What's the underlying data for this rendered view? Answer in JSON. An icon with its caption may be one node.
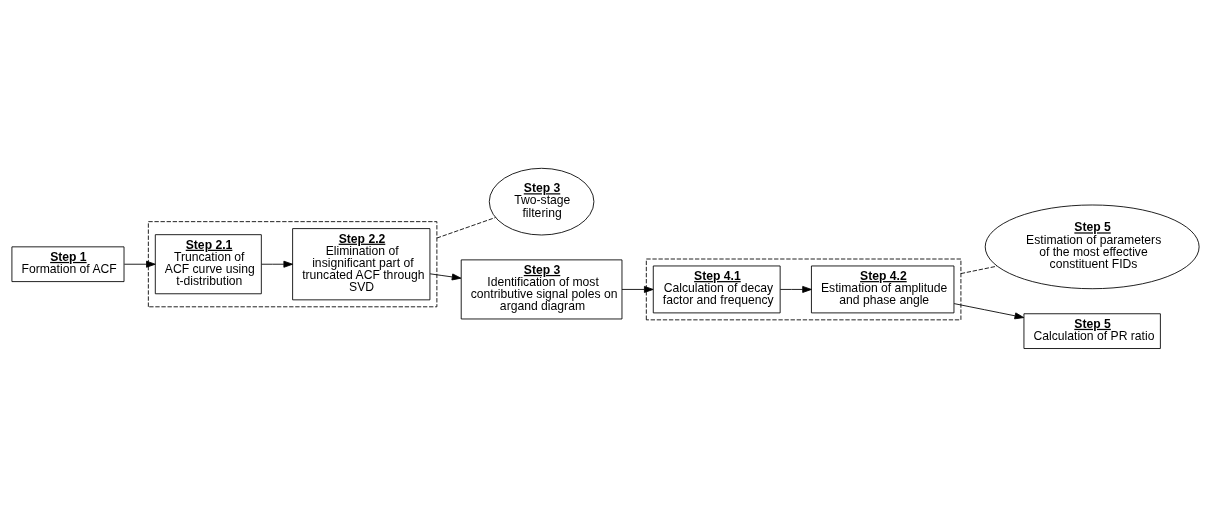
{
  "diagram": {
    "nodes": [
      {
        "text": [
          "Step 1",
          "Formation of ACF"
        ]
      },
      {
        "text": [],
        "shape": "box"
      },
      {
        "text": [
          "Step 2.1",
          "Truncation of ACF curve using t-distribution"
        ],
        "in": 1
      },
      {
        "text": [
          "Step 2.2",
          "Elimination of insignificant part of truncated ACF through SVD"
        ],
        "in": 1
      },
      {
        "text": [
          "Step 3",
          "Two-stage filtering"
        ]
      },
      {
        "text": [],
        "shape": "box"
      },
      {
        "text": [
          "Step 4.1",
          "Calculation of decay factor and frequency"
        ],
        "in": 5
      },
      {
        "text": [
          "Step 3",
          "Identification of most contributive signal poles on argand diagram"
        ]
      },
      {
        "text": [
          "Step 4.2",
          "Estimation of amplitude and phase angle"
        ],
        "in": 5
      },
      {
        "text": [
          "Step 5",
          "Estimation of parameters of the most effective constituent FIDs"
        ]
      },
      {
        "text": [
          "Step 5",
          "Calculation of PR ratio"
        ]
      }
    ],
    "edges": [
      {
        "from": 0,
        "to": 2,
        "arrow": "to"
      },
      {
        "from": 2,
        "to": 3,
        "arrow": "to"
      },
      {
        "from": 3,
        "to": 7,
        "arrow": "to"
      },
      {
        "from": 1,
        "to": 4,
        "arrow": "none",
        "style": "dashed"
      },
      {
        "from": 7,
        "to": 6,
        "arrow": "to"
      },
      {
        "from": 6,
        "to": 8,
        "arrow": "to"
      },
      {
        "from": 8,
        "to": 10,
        "arrow": "to"
      },
      {
        "from": 5,
        "to": 9,
        "arrow": "none",
        "style": "dashed"
      }
    ]
  }
}
